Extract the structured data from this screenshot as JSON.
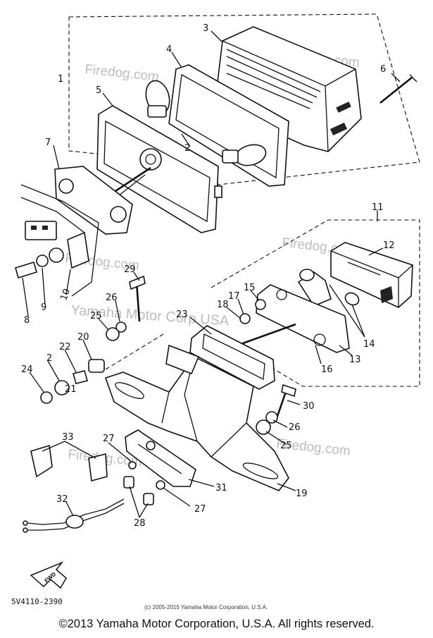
{
  "watermarks": [
    {
      "text": "Firedog.com"
    },
    {
      "text": "Firedog.com"
    },
    {
      "text": "Firedog.com"
    },
    {
      "text": "Firedog.com"
    },
    {
      "text": "Yamaha Motor Corp USA"
    },
    {
      "text": "Firedog.com"
    },
    {
      "text": "Firedog.com"
    }
  ],
  "callouts": [
    "1",
    "2",
    "3",
    "4",
    "5",
    "6",
    "7",
    "8",
    "9",
    "10",
    "11",
    "12",
    "13",
    "14",
    "15",
    "16",
    "17",
    "18",
    "19",
    "2",
    "20",
    "21",
    "22",
    "23",
    "24",
    "25",
    "25",
    "26",
    "26",
    "27",
    "27",
    "28",
    "29",
    "30",
    "31",
    "32",
    "33"
  ],
  "diagram_code": "5V4110-2390",
  "small_copyright": "(c) 2005-2015 Yamaha Motor Corporation, U.S.A.",
  "copyright": "©2013 Yamaha Motor Corporation, U.S.A. All rights reserved.",
  "fwd_label": "FWD"
}
